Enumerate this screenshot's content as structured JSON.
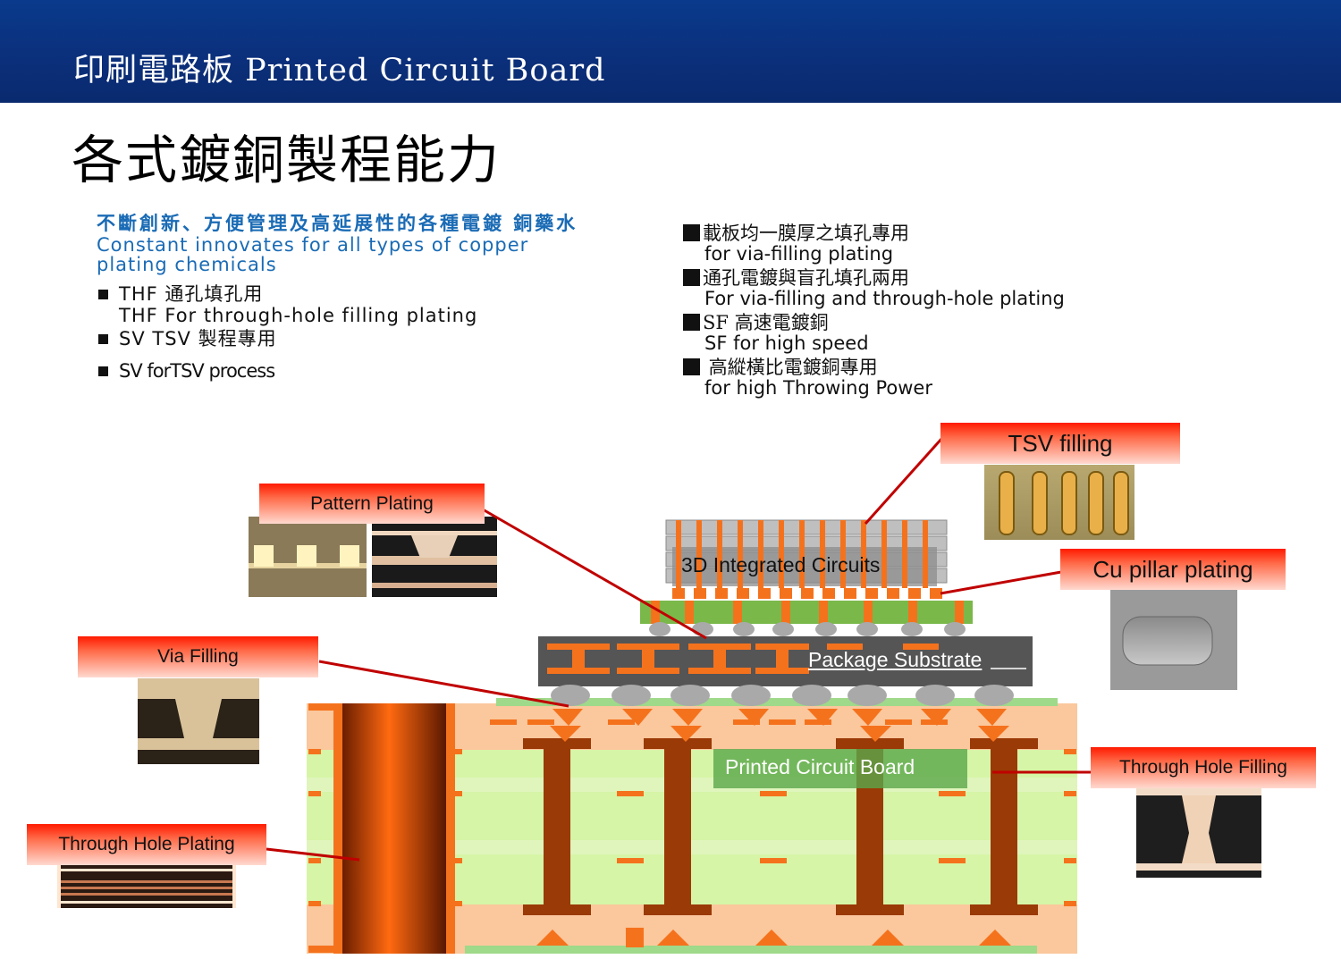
{
  "header": {
    "title": "印刷電路板 Printed Circuit Board"
  },
  "page_title": "各式鍍銅製程能力",
  "intro": {
    "zh": "不斷創新、方便管理及高延展性的各種電鍍 銅藥水",
    "en_line1": "Constant innovates for all types of copper",
    "en_line2": "plating chemicals"
  },
  "left_list": [
    {
      "zh": "THF 通孔填孔用",
      "en": "THF  For  through-hole  filling plating"
    },
    {
      "zh": "SV TSV 製程專用",
      "en": "SV forTSV process"
    }
  ],
  "right_list": [
    {
      "zh": "載板均一膜厚之填孔專用",
      "en": " for via-filling  plating"
    },
    {
      "zh": "通孔電鍍與盲孔填孔兩用",
      "en": "For  via-filling  and through-hole  plating"
    },
    {
      "zh": "SF 高速電鍍銅",
      "en": "SF for high  speed"
    },
    {
      "zh": " 高縱橫比電鍍銅專用",
      "en": "for high  Throwing  Power"
    }
  ],
  "callouts": {
    "tsv_filling": "TSV filling",
    "pattern_plating": "Pattern Plating",
    "cu_pillar": "Cu pillar plating",
    "via_filling": "Via Filling",
    "through_hole_filling": "Through Hole Filling",
    "through_hole_plating": "Through Hole Plating"
  },
  "diagram": {
    "ic_label": "3D Integrated Circuits",
    "substrate_label": "Package Substrate",
    "pcb_label": "Printed Circuit Board"
  },
  "colors": {
    "header_bg": "#0b2f7a",
    "copper": "#f5721d",
    "dark_copper": "#9a3a06",
    "pcb_green": "#d6f5a6",
    "pcb_peach": "#fbc79c",
    "callout_red": "#ff1a00",
    "leader_line": "#c00000"
  }
}
